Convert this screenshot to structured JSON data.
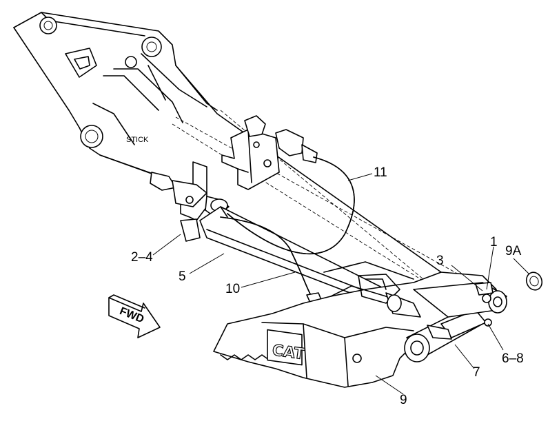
{
  "diagram": {
    "component_labels": {
      "stick": "STICK",
      "fwd": "FWD",
      "brand": "CAT"
    },
    "callouts": [
      {
        "id": "c11",
        "text": "11"
      },
      {
        "id": "c1",
        "text": "1"
      },
      {
        "id": "c9a",
        "text": "9A"
      },
      {
        "id": "c3",
        "text": "3"
      },
      {
        "id": "c2_4",
        "text": "2–4"
      },
      {
        "id": "c5",
        "text": "5"
      },
      {
        "id": "c10",
        "text": "10"
      },
      {
        "id": "c6_8",
        "text": "6–8"
      },
      {
        "id": "c7",
        "text": "7"
      },
      {
        "id": "c9",
        "text": "9"
      }
    ]
  }
}
